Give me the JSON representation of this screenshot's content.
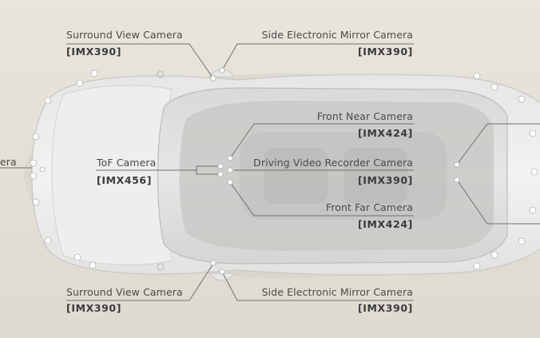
{
  "labels": {
    "surround_top_name": "Surround View Camera",
    "surround_top_model": "[IMX390]",
    "side_mirror_top_name": "Side Electronic Mirror Camera",
    "side_mirror_top_model": "[IMX390]",
    "front_near_name": "Front Near Camera",
    "front_near_model": "[IMX424]",
    "tof_name": "ToF Camera",
    "tof_model": "[IMX456]",
    "dvr_name": "Driving Video Recorder Camera",
    "dvr_model": "[IMX390]",
    "front_far_name": "Front Far Camera",
    "front_far_model": "[IMX424]",
    "left_partial_name": "era",
    "surround_bottom_name": "Surround View Camera",
    "surround_bottom_model": "[IMX390]",
    "side_mirror_bottom_name": "Side Electronic Mirror Camera",
    "side_mirror_bottom_model": "[IMX390]"
  },
  "colors": {
    "background": "#e4e0d6",
    "car_body": "#ebebea",
    "car_shadow": "#c9c8c2",
    "glass": "#c4c4c2",
    "line": "#707070",
    "sensor_dot": "#ffffff"
  }
}
